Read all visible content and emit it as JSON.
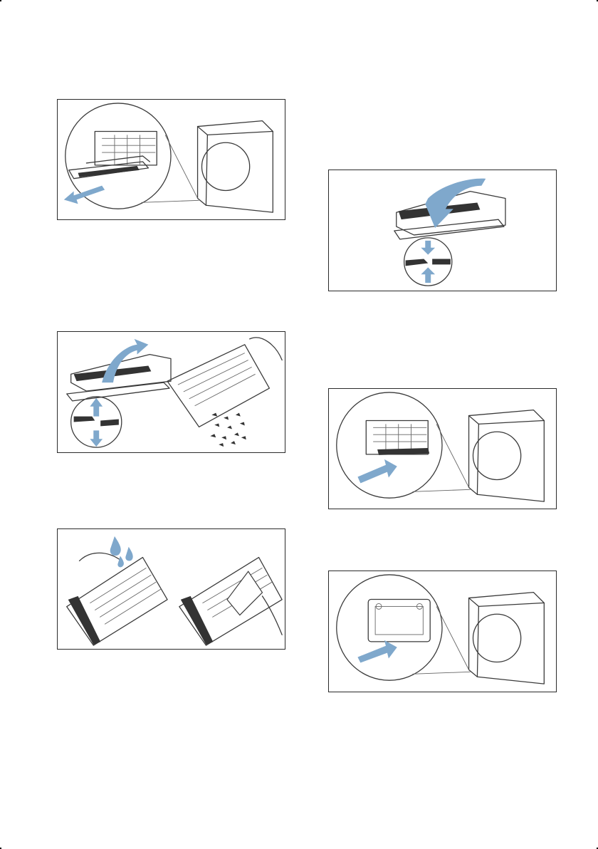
{
  "document": {
    "type": "appliance-manual-illustration-page",
    "steps": [
      {
        "id": "pull-out-fluff-filter",
        "icon": "arrow-out-icon",
        "accent": "#7fa8cc"
      },
      {
        "id": "open-filter-remove-fluff",
        "icon": "arrow-open-icon",
        "accent": "#7fa8cc"
      },
      {
        "id": "rinse-and-wipe-filter",
        "icon": "water-drop-icon",
        "accent": "#7fa8cc"
      },
      {
        "id": "close-filter",
        "icon": "arrow-close-icon",
        "accent": "#7fa8cc"
      },
      {
        "id": "insert-filter",
        "icon": "arrow-in-icon",
        "accent": "#7fa8cc"
      },
      {
        "id": "insert-into-holder",
        "icon": "arrow-in-icon",
        "accent": "#7fa8cc"
      }
    ]
  },
  "colors": {
    "arrow": "#7fa8cc",
    "line": "#3a3a3a",
    "border": "#2a2a2a"
  }
}
